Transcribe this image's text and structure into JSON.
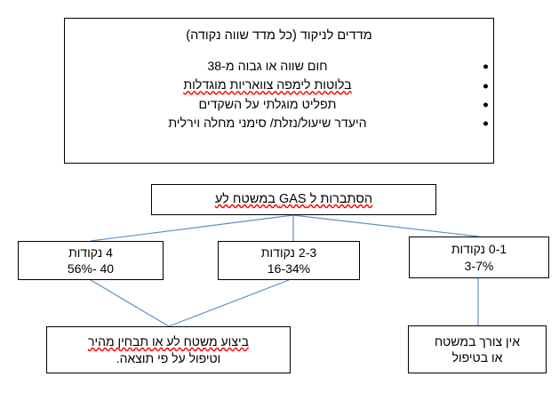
{
  "diagram": {
    "title": "מדדים לניקוד (כל מדד שווה נקודה)",
    "language": "he",
    "line_color": "#5b8fc9",
    "box_border_color": "#000000",
    "background_color": "#ffffff",
    "criteria_box": {
      "heading": "מדדים לניקוד (כל מדד שווה נקודה)",
      "bullets": [
        "חום  שווה או גבוה מ-38",
        "בלוטות לימפה צוואריות מוגדלות",
        "תפליט מוגלתי על השקדים",
        "היעדר שיעול/נזלת/ סימני מחלה וירלית"
      ]
    },
    "probability_box": {
      "label": "הסתברות ל GAS במשטח לע"
    },
    "score_boxes": [
      {
        "id": "score-4",
        "points": "4 נקודות",
        "percent": "40 -56%"
      },
      {
        "id": "score-2-3",
        "points": "2-3 נקודות",
        "percent": "16-34%"
      },
      {
        "id": "score-0-1",
        "points": "0-1 נקודות",
        "percent": "3-7%"
      }
    ],
    "action_boxes": [
      {
        "id": "action-swab",
        "line1": "ביצוע משטח לע או תבחין מהיר",
        "line2": "וטיפול על פי תוצאה."
      },
      {
        "id": "action-none",
        "line1": "אין צורך במשטח",
        "line2": "או בטיפול"
      }
    ]
  }
}
